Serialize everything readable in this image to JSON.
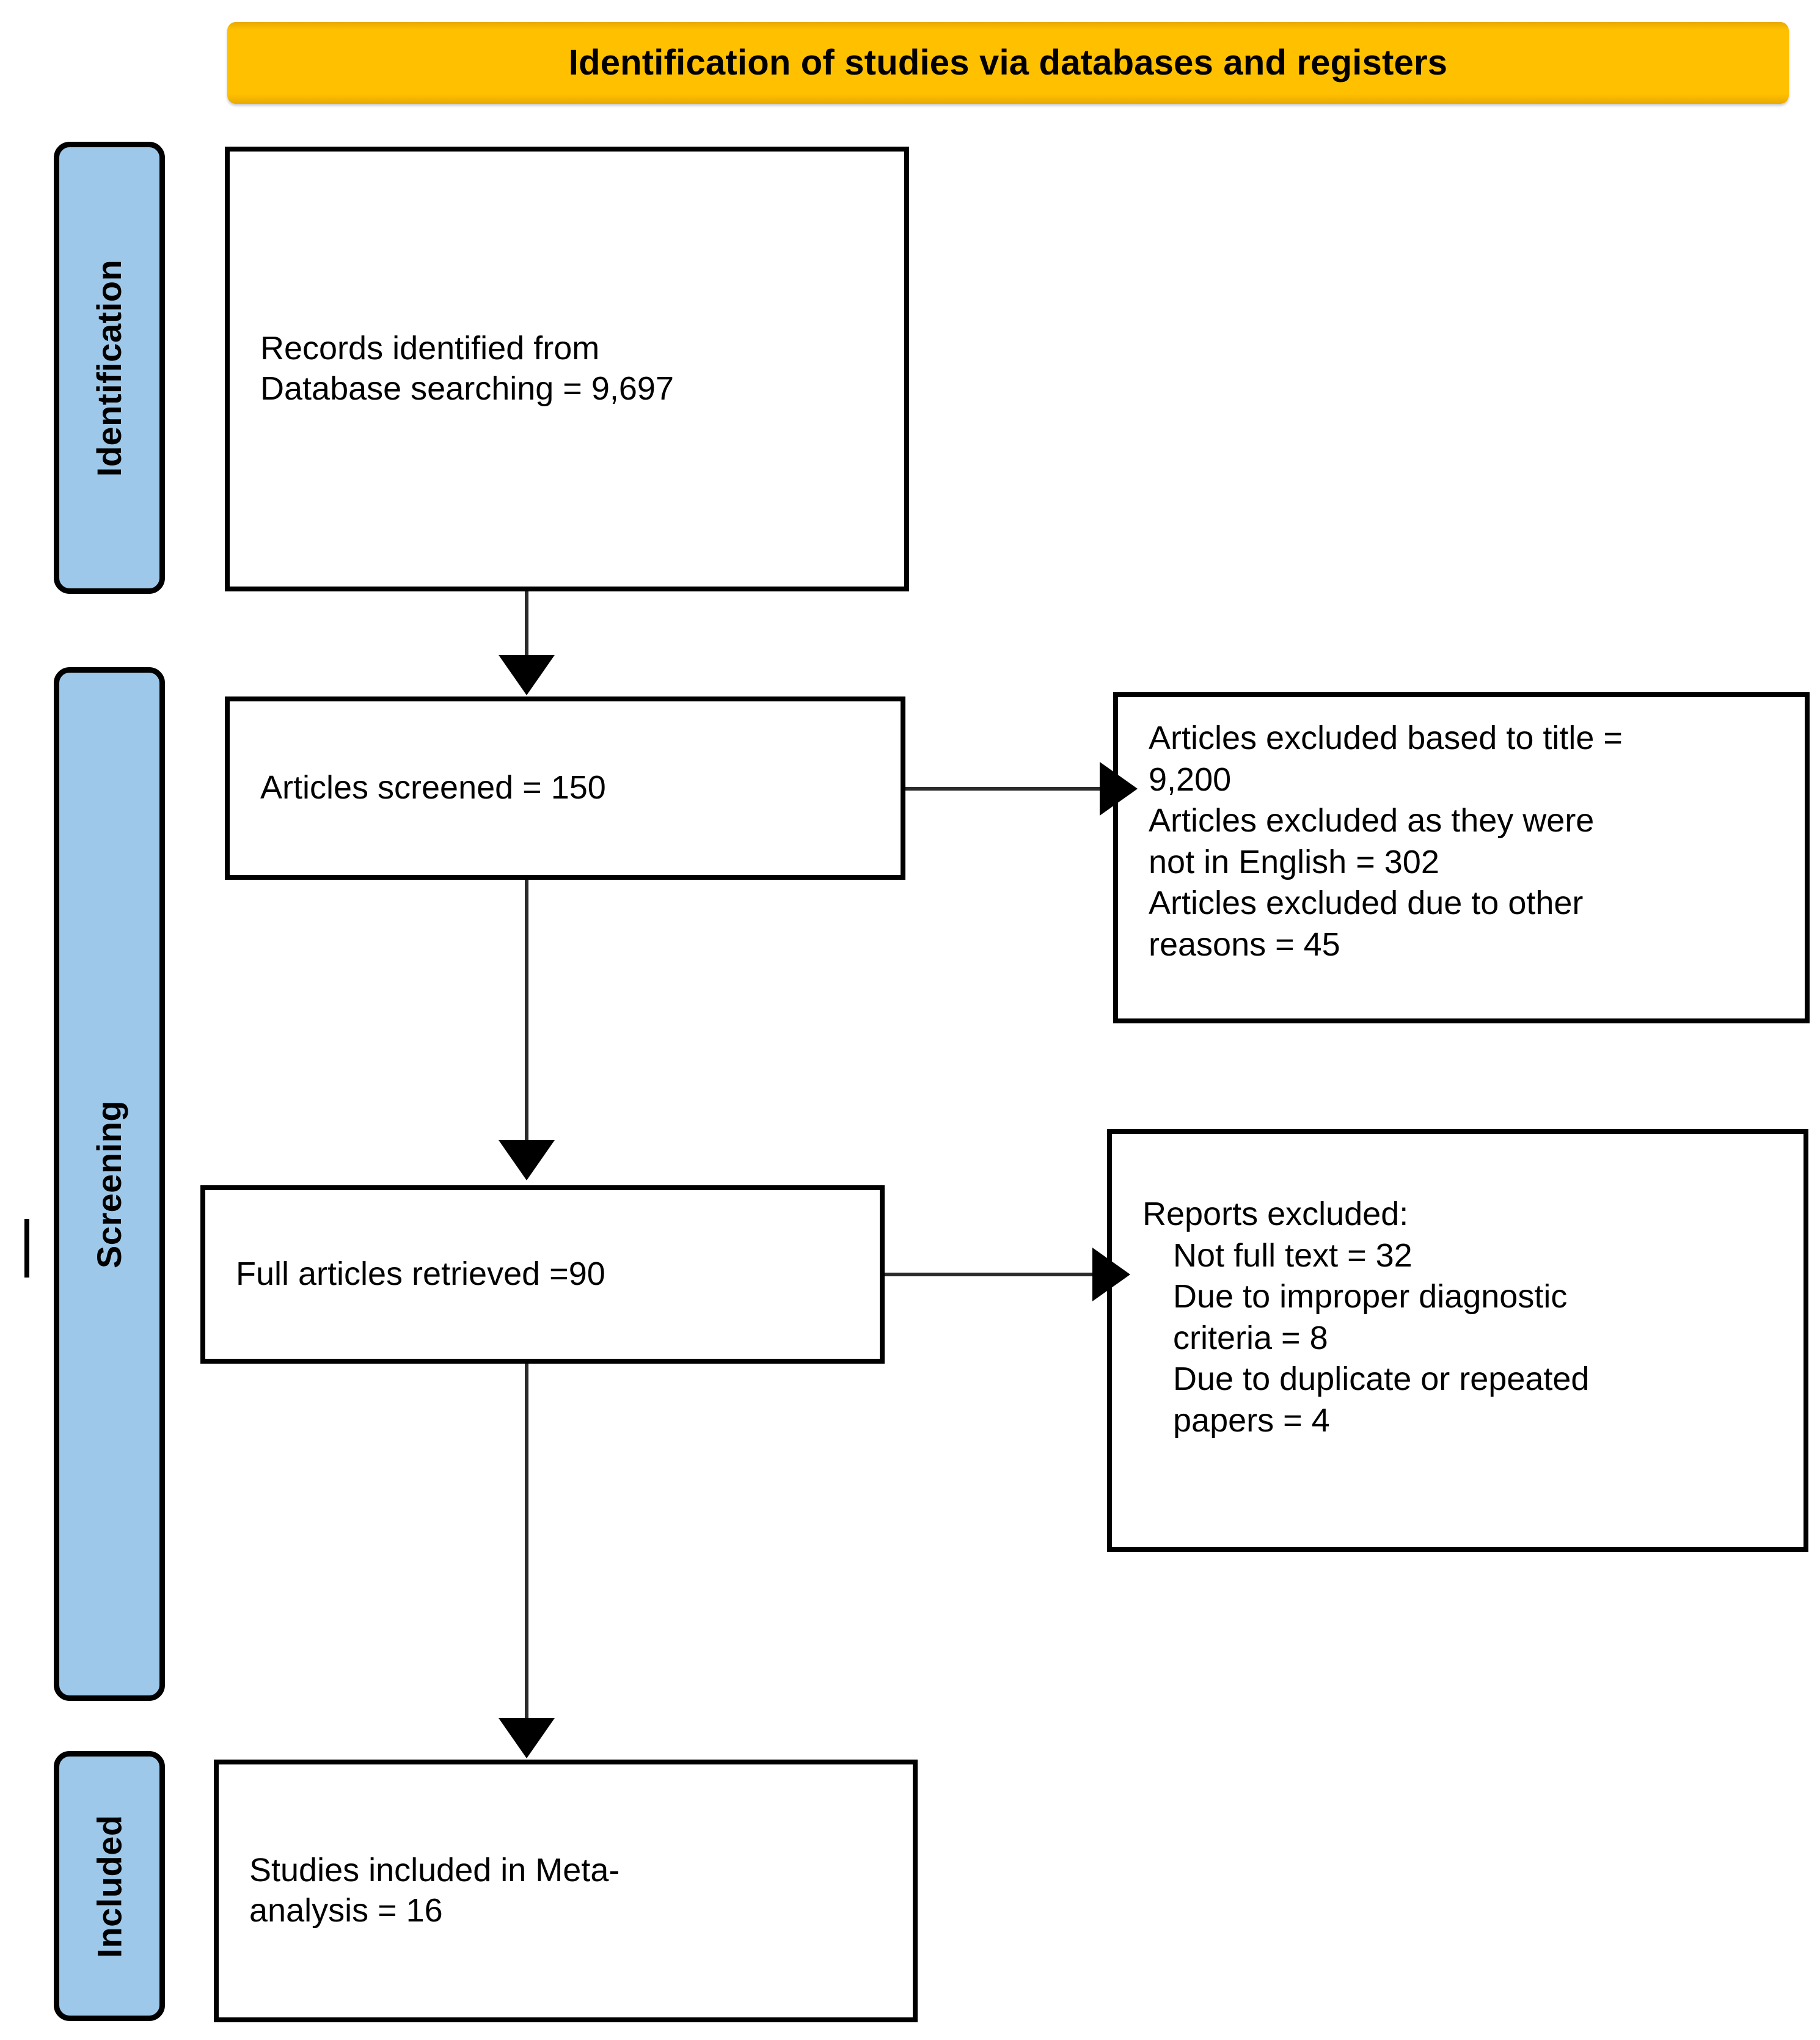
{
  "header": {
    "title": "Identification of studies via databases and registers",
    "background_color": "#FFC000",
    "text_color": "#000000"
  },
  "phases": {
    "band_color": "#9DC8E9",
    "border_color": "#000000",
    "items": [
      {
        "id": "identification",
        "label": "Identification"
      },
      {
        "id": "screening",
        "label": "Screening"
      },
      {
        "id": "included",
        "label": "Included"
      }
    ]
  },
  "boxes": {
    "identified": {
      "text": "Records identified from\nDatabase searching = 9,697"
    },
    "screened": {
      "text": "Articles screened = 150"
    },
    "excluded_screening": {
      "lines": [
        "Articles excluded based to title =",
        "9,200",
        "Articles excluded as they were",
        "not in English = 302",
        "Articles excluded due to other",
        "reasons = 45"
      ]
    },
    "retrieved": {
      "text": "Full articles retrieved =90"
    },
    "excluded_eligibility": {
      "heading": "Reports excluded:",
      "lines": [
        "Not full text = 32",
        "Due to improper diagnostic",
        "criteria = 8",
        "Due to duplicate or repeated",
        "papers = 4"
      ]
    },
    "included": {
      "text": "Studies included in Meta-\nanalysis = 16"
    }
  },
  "chart_data": {
    "type": "diagram",
    "title": "Identification of studies via databases and registers",
    "diagram_kind": "PRISMA flow diagram",
    "phases": [
      "Identification",
      "Screening",
      "Included"
    ],
    "nodes": [
      {
        "id": "identified",
        "phase": "Identification",
        "label": "Records identified from Database searching",
        "value": 9697
      },
      {
        "id": "screened",
        "phase": "Screening",
        "label": "Articles screened",
        "value": 150
      },
      {
        "id": "excluded_title",
        "phase": "Screening",
        "label": "Articles excluded based to title",
        "value": 9200
      },
      {
        "id": "excluded_language",
        "phase": "Screening",
        "label": "Articles excluded as they were not in English",
        "value": 302
      },
      {
        "id": "excluded_other",
        "phase": "Screening",
        "label": "Articles excluded due to other reasons",
        "value": 45
      },
      {
        "id": "retrieved",
        "phase": "Screening",
        "label": "Full articles retrieved",
        "value": 90
      },
      {
        "id": "excl_not_full_text",
        "phase": "Screening",
        "label": "Reports excluded: Not full text",
        "value": 32
      },
      {
        "id": "excl_criteria",
        "phase": "Screening",
        "label": "Reports excluded: Due to improper diagnostic criteria",
        "value": 8
      },
      {
        "id": "excl_duplicate",
        "phase": "Screening",
        "label": "Reports excluded: Due to duplicate or repeated papers",
        "value": 4
      },
      {
        "id": "included",
        "phase": "Included",
        "label": "Studies included in Meta-analysis",
        "value": 16
      }
    ],
    "edges": [
      {
        "from": "identified",
        "to": "screened",
        "direction": "down"
      },
      {
        "from": "screened",
        "to": "excluded_title",
        "direction": "right"
      },
      {
        "from": "screened",
        "to": "retrieved",
        "direction": "down"
      },
      {
        "from": "retrieved",
        "to": "excl_not_full_text",
        "direction": "right"
      },
      {
        "from": "retrieved",
        "to": "included",
        "direction": "down"
      }
    ]
  }
}
